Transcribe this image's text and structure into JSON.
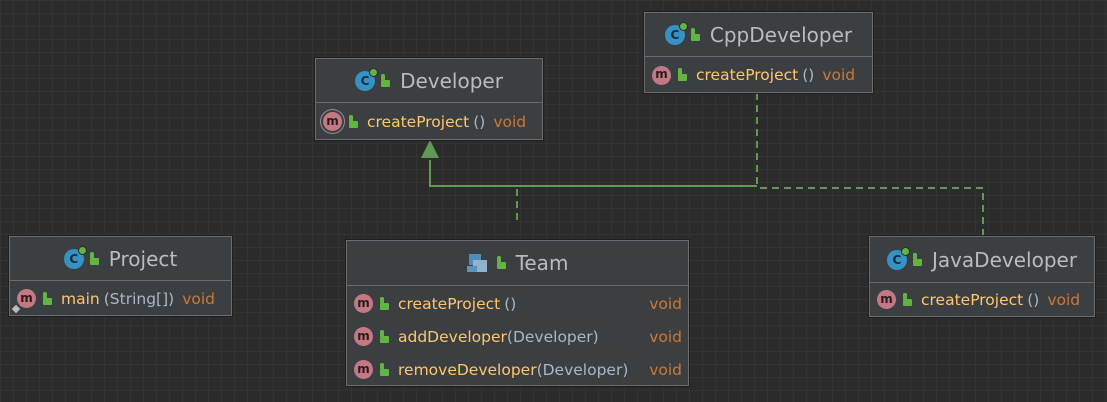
{
  "nodes": {
    "developer": {
      "title": "Developer",
      "icon": "abstract-class-icon",
      "methods": [
        {
          "name": "createProject",
          "params": "()",
          "ret": "void"
        }
      ]
    },
    "cpp_developer": {
      "title": "CppDeveloper",
      "icon": "class-icon",
      "methods": [
        {
          "name": "createProject",
          "params": "()",
          "ret": "void"
        }
      ]
    },
    "project": {
      "title": "Project",
      "icon": "class-icon",
      "methods": [
        {
          "name": "main",
          "params": "(String[])",
          "ret": "void"
        }
      ]
    },
    "team": {
      "title": "Team",
      "icon": "team-class-icon",
      "methods": [
        {
          "name": "createProject",
          "params": "()",
          "ret": "void"
        },
        {
          "name": "addDeveloper",
          "params": "(Developer)",
          "ret": "void"
        },
        {
          "name": "removeDeveloper",
          "params": "(Developer)",
          "ret": "void"
        }
      ]
    },
    "java_developer": {
      "title": "JavaDeveloper",
      "icon": "class-icon",
      "methods": [
        {
          "name": "createProject",
          "params": "()",
          "ret": "void"
        }
      ]
    }
  },
  "edges": [
    {
      "from": "team",
      "to": "developer",
      "kind": "realization"
    },
    {
      "from": "cpp_developer",
      "to": "developer",
      "kind": "realization"
    },
    {
      "from": "java_developer",
      "to": "developer",
      "kind": "realization"
    }
  ],
  "colors": {
    "background": "#2b2b2b",
    "node_fill": "#3c3f41",
    "method_name": "#ffc66d",
    "return_type": "#cc7832",
    "edge": "#6a9955",
    "class_icon": "#3592c4",
    "method_icon": "#c37883"
  }
}
